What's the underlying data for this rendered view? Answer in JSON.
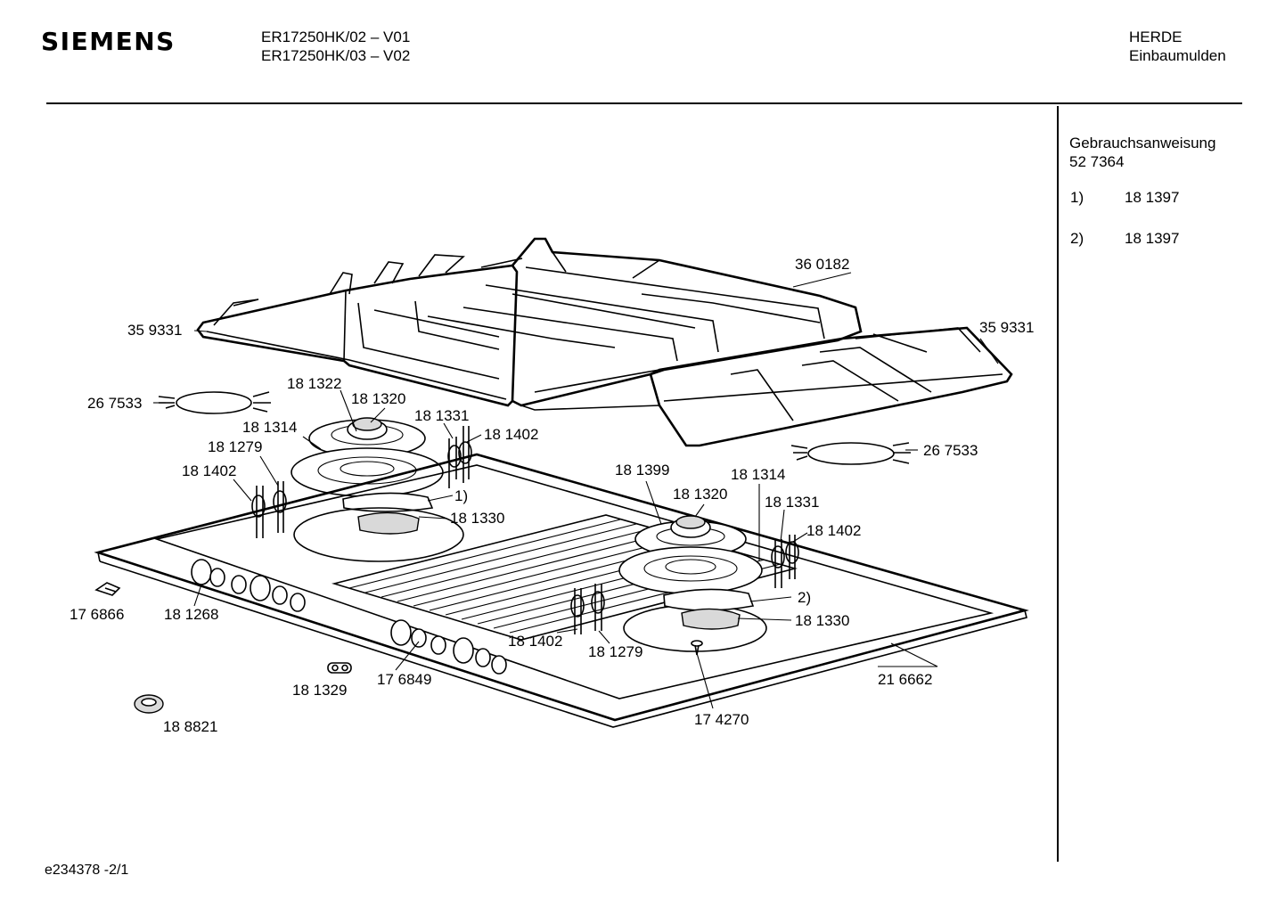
{
  "header": {
    "brand": "SIEMENS",
    "models": [
      "ER17250HK/02 – V01",
      "ER17250HK/03 – V02"
    ],
    "category": "HERDE",
    "subcategory": "Einbaumulden"
  },
  "sidebar": {
    "doc_label": "Gebrauchsanweisung",
    "doc_number": "52 7364",
    "notes": [
      {
        "key": "1)",
        "value": "18 1397"
      },
      {
        "key": "2)",
        "value": "18 1397"
      }
    ]
  },
  "footer": {
    "code": "e234378   -2/1"
  },
  "diagram": {
    "labels": {
      "grate_center": "36 0182",
      "grate_left": "35 9331",
      "grate_right": "35 9331",
      "clip_left": "26 7533",
      "clip_right": "26 7533",
      "cap_left": "18 1322",
      "burner_cap_left": "18 1320",
      "thermo_left_a": "18 1331",
      "igniter_left_a": "18 1402",
      "ring_left": "18 1314",
      "crown_left": "18 1279",
      "igniter_left_b": "18 1402",
      "note_1": "1)",
      "injector_left": "18 1330",
      "cap_right": "18 1399",
      "burner_cap_right": "18 1320",
      "ring_right": "18 1314",
      "thermo_right": "18 1331",
      "igniter_right": "18 1402",
      "note_2": "2)",
      "injector_right": "18 1330",
      "igniter_right_b": "18 1402",
      "crown_right": "18 1279",
      "bracket": "17 6866",
      "knob": "18 1268",
      "seal": "18 1329",
      "knob_ring": "17 6849",
      "nut": "18 8821",
      "screw": "17 4270",
      "hob_body": "21 6662"
    }
  }
}
